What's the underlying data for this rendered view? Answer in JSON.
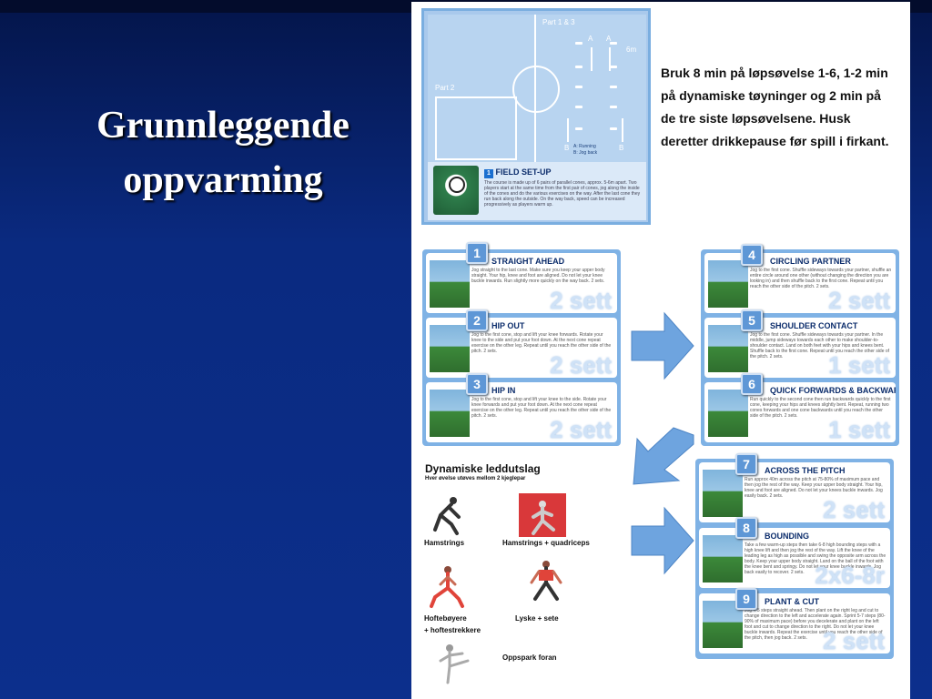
{
  "slide": {
    "title_line1": "Grunnleggende",
    "title_line2": "oppvarming"
  },
  "field": {
    "part13_label": "Part 1 & 3",
    "part2_label": "Part 2",
    "distance_label": "6m",
    "a_label": "A",
    "b_label": "B",
    "legend_a": "A: Running",
    "legend_b": "B: Jog back",
    "section_number": "1",
    "section_title": "FIELD SET-UP",
    "section_text": "The course is made up of 6 pairs of parallel cones, approx. 5-6m apart. Two players start at the same time from the first pair of cones, jog along the inside of the cones and do the various exercises on the way. After the last cone they run back along the outside. On the way back, speed can be increased progressively as players warm up."
  },
  "instructions": "Bruk 8 min på løpsøvelse 1-6, 1-2 min på dynamiske tøyninger og 2 min på de tre siste løpsøvelsene. Husk deretter drikkepause før spill i firkant.",
  "exercises": [
    {
      "num": "1",
      "title": "STRAIGHT AHEAD",
      "text": "Jog straight to the last cone. Make sure you keep your upper body straight. Your hip, knee and foot are aligned. Do not let your knee buckle inwards. Run slightly more quickly on the way back. 2 sets.",
      "sets": "2 sett"
    },
    {
      "num": "2",
      "title": "HIP OUT",
      "text": "Jog to the first cone, stop and lift your knee forwards. Rotate your knee to the side and put your foot down. At the next cone repeat exercise on the other leg. Repeat until you reach the other side of the pitch. 2 sets.",
      "sets": "2 sett"
    },
    {
      "num": "3",
      "title": "HIP IN",
      "text": "Jog to the first cone, stop and lift your knee to the side. Rotate your knee forwards and put your foot down. At the next cone repeat exercise on the other leg. Repeat until you reach the other side of the pitch. 2 sets.",
      "sets": "2 sett"
    },
    {
      "num": "4",
      "title": "CIRCLING PARTNER",
      "text": "Jog to the first cone. Shuffle sideways towards your partner, shuffle an entire circle around one other (without changing the direction you are looking in) and then shuffle back to the first cone. Repeat until you reach the other side of the pitch. 2 sets.",
      "sets": "2 sett"
    },
    {
      "num": "5",
      "title": "SHOULDER CONTACT",
      "text": "Jog to the first cone. Shuffle sideways towards your partner. In the middle, jump sideways towards each other to make shoulder-to-shoulder contact. Land on both feet with your hips and knees bent. Shuffle back to the first cone. Repeat until you reach the other side of the pitch. 2 sets.",
      "sets": "1 sett"
    },
    {
      "num": "6",
      "title": "QUICK FORWARDS & BACKWARDS",
      "text": "Run quickly to the second cone then run backwards quickly to the first cone, keeping your hips and knees slightly bent. Repeat, running two cones forwards and one cone backwards until you reach the other side of the pitch. 2 sets.",
      "sets": "1 sett"
    },
    {
      "num": "7",
      "title": "ACROSS THE PITCH",
      "text": "Run approx 40m across the pitch at 75-80% of maximum pace and then jog the rest of the way. Keep your upper body straight. Your hip, knee and foot are aligned. Do not let your knees buckle inwards. Jog easily back. 2 sets.",
      "sets": "2 sett"
    },
    {
      "num": "8",
      "title": "BOUNDING",
      "text": "Take a few warm-up steps then take 6-8 high bounding steps with a high knee lift and then jog the rest of the way. Lift the knee of the leading leg as high as possible and swing the opposite arm across the body. Keep your upper body straight. Land on the ball of the foot with the knee bent and springy. Do not let your knee buckle inwards. Jog back easily to recover. 2 sets.",
      "sets": "2x6-8r"
    },
    {
      "num": "9",
      "title": "PLANT & CUT",
      "text": "Jog 4-5 steps straight ahead. Then plant on the right leg and cut to change direction to the left and accelerate again. Sprint 5-7 steps (80-90% of maximum pace) before you decelerate and plant on the left foot and cut to change direction to the right. Do not let your knee buckle inwards. Repeat the exercise until you reach the other side of the pitch, then jog back. 2 sets.",
      "sets": "2 sett"
    }
  ],
  "dynamic": {
    "title": "Dynamiske leddutslag",
    "subtitle": "Hver øvelse utøves mellom 2 kjeglepar",
    "items": [
      {
        "label": "Hamstrings"
      },
      {
        "label": "Hamstrings + quadriceps"
      },
      {
        "label_line1": "Hoftebøyere",
        "label_line2": "+ hoftestrekkere"
      },
      {
        "label": "Lyske + sete"
      },
      {
        "label": "Oppspark foran"
      }
    ]
  },
  "colors": {
    "background": "#0c2f8c",
    "panel_blue": "#7fb2e5",
    "badge_blue": "#5e97d6",
    "arrow_blue": "#6ea4df"
  }
}
